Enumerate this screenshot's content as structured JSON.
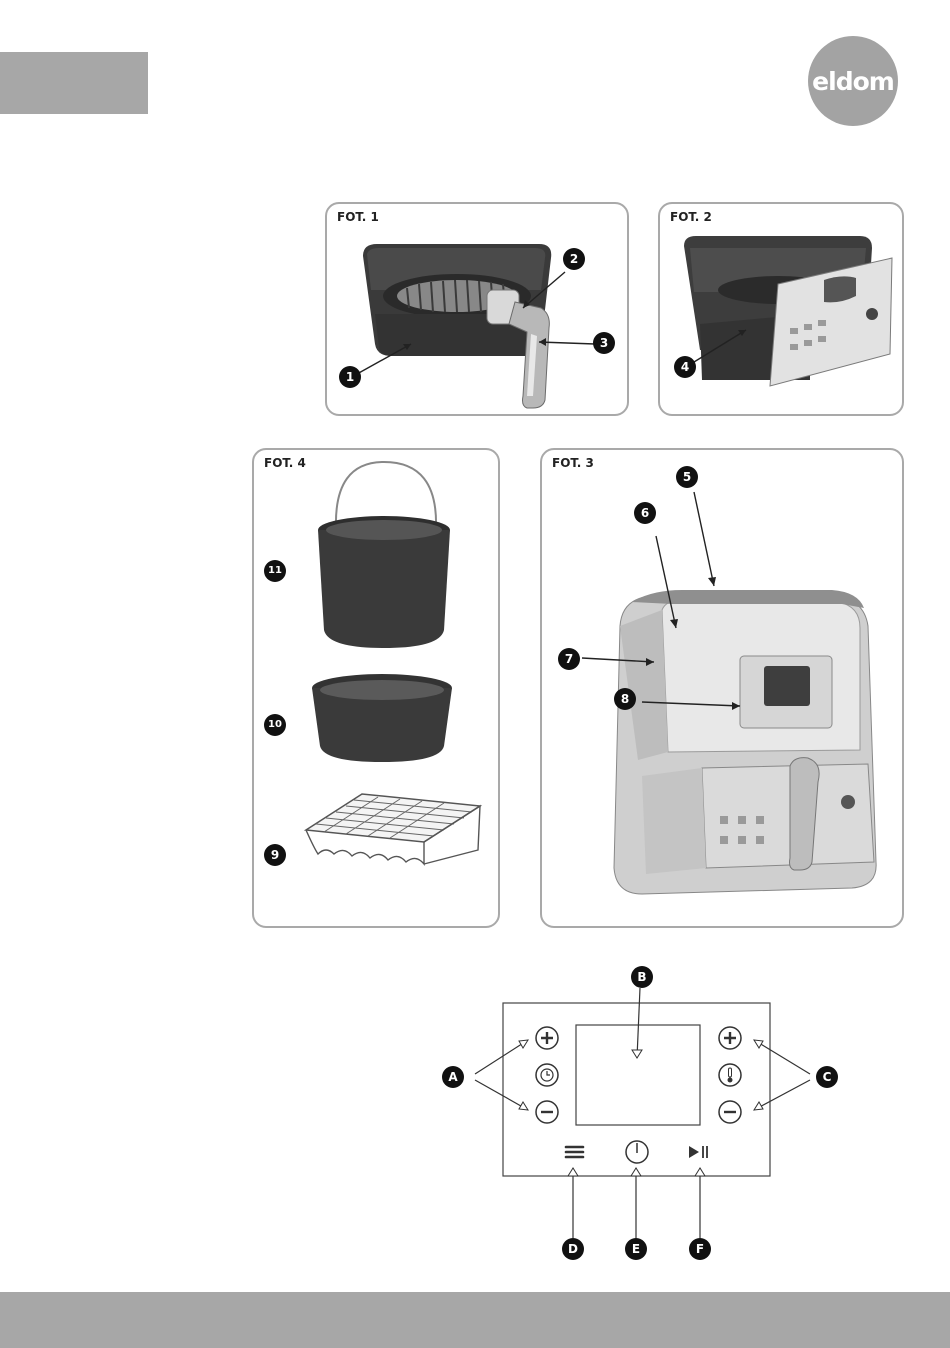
{
  "brand": {
    "logo_text": "eldom"
  },
  "figures": {
    "fot1": {
      "title": "FOT. 1",
      "callouts": [
        "1",
        "2",
        "3"
      ]
    },
    "fot2": {
      "title": "FOT. 2",
      "callouts": [
        "4"
      ]
    },
    "fot3": {
      "title": "FOT. 3",
      "callouts": [
        "5",
        "6",
        "7",
        "8"
      ]
    },
    "fot4": {
      "title": "FOT. 4",
      "callouts": [
        "11",
        "10",
        "9"
      ]
    }
  },
  "control_panel": {
    "callouts": [
      "A",
      "B",
      "C",
      "D",
      "E",
      "F"
    ],
    "icons": [
      "plus-icon",
      "clock-icon",
      "minus-icon",
      "thermometer-icon",
      "menu-icon",
      "power-icon",
      "play-pause-icon"
    ]
  },
  "colors": {
    "grey_bar": "#a7a7a7",
    "logo": "#a3a3a3",
    "badge": "#111111",
    "panel_border": "#a9a9a9"
  }
}
